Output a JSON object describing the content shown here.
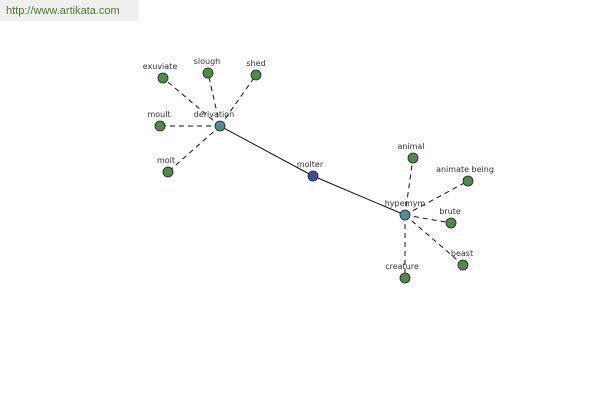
{
  "header": {
    "source_url": "http://www.artikata.com"
  },
  "colors": {
    "leaf_node": "#4e8a4a",
    "relation_node": "#4e8e9a",
    "center_node": "#3c4d9a",
    "edge": "#111111",
    "banner_text": "#4a7a2a"
  },
  "graph": {
    "center": {
      "id": "molter",
      "label": "molter"
    },
    "relations": [
      {
        "id": "derivation",
        "label": "derivation",
        "leaves": [
          {
            "id": "exuviate",
            "label": "exuviate"
          },
          {
            "id": "slough",
            "label": "slough"
          },
          {
            "id": "shed",
            "label": "shed"
          },
          {
            "id": "moult",
            "label": "moult"
          },
          {
            "id": "molt",
            "label": "molt"
          }
        ]
      },
      {
        "id": "hypernym",
        "label": "hypernym",
        "leaves": [
          {
            "id": "animal",
            "label": "animal"
          },
          {
            "id": "animate-being",
            "label": "animate being"
          },
          {
            "id": "brute",
            "label": "brute"
          },
          {
            "id": "beast",
            "label": "beast"
          },
          {
            "id": "creature",
            "label": "creature"
          }
        ]
      }
    ]
  }
}
